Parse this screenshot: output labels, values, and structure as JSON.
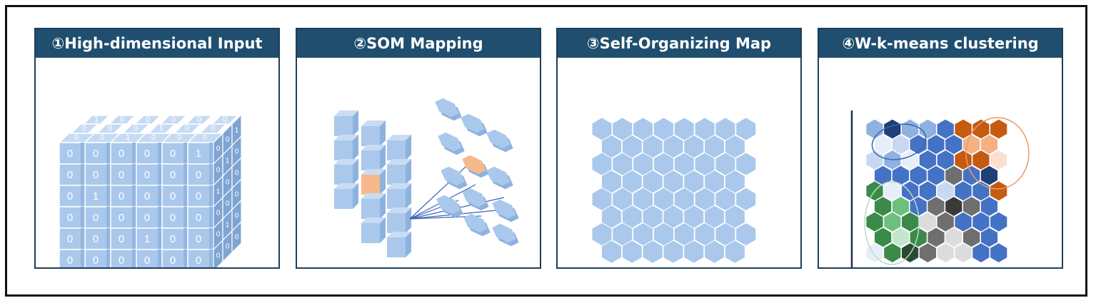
{
  "panels": [
    {
      "title": "①High-dimensional Input"
    },
    {
      "title": "②SOM Mapping"
    },
    {
      "title": "③Self-Organizing Map"
    },
    {
      "title": "④W-k-means clustering"
    }
  ],
  "input_grid": {
    "front": [
      [
        "0",
        "0",
        "0",
        "0",
        "0",
        "1"
      ],
      [
        "0",
        "0",
        "0",
        "0",
        "0",
        "0"
      ],
      [
        "0",
        "1",
        "0",
        "0",
        "0",
        "0"
      ],
      [
        "0",
        "0",
        "0",
        "0",
        "0",
        "0"
      ],
      [
        "0",
        "0",
        "0",
        "1",
        "0",
        "0"
      ],
      [
        "0",
        "0",
        "0",
        "0",
        "0",
        "0"
      ]
    ],
    "top_back": [
      "1",
      "0",
      "0",
      "0",
      "0",
      "0"
    ],
    "top_mid": [
      "0",
      "0",
      "0",
      "1",
      "0",
      "0"
    ],
    "top_front": [
      "0",
      "0",
      "1",
      "0",
      "0",
      "0"
    ],
    "side": [
      "0",
      "0",
      "1",
      "0",
      "0",
      "0"
    ],
    "side_back": [
      "0",
      "1",
      "0",
      "0",
      "1",
      "0"
    ]
  },
  "colors": {
    "title_bar": "#1f4e6e",
    "cube_face": "#a9c8ec",
    "cube_side": "#7ea4d2",
    "cube_top": "#c6dbf3",
    "highlight": "#f6b98c",
    "hex": "#a9c8ec",
    "cluster_blue": "#3f6fc2",
    "cluster_orange": "#c1561a",
    "cluster_green": "#3b8a4a",
    "cluster_gray": "#6e6e6e"
  }
}
